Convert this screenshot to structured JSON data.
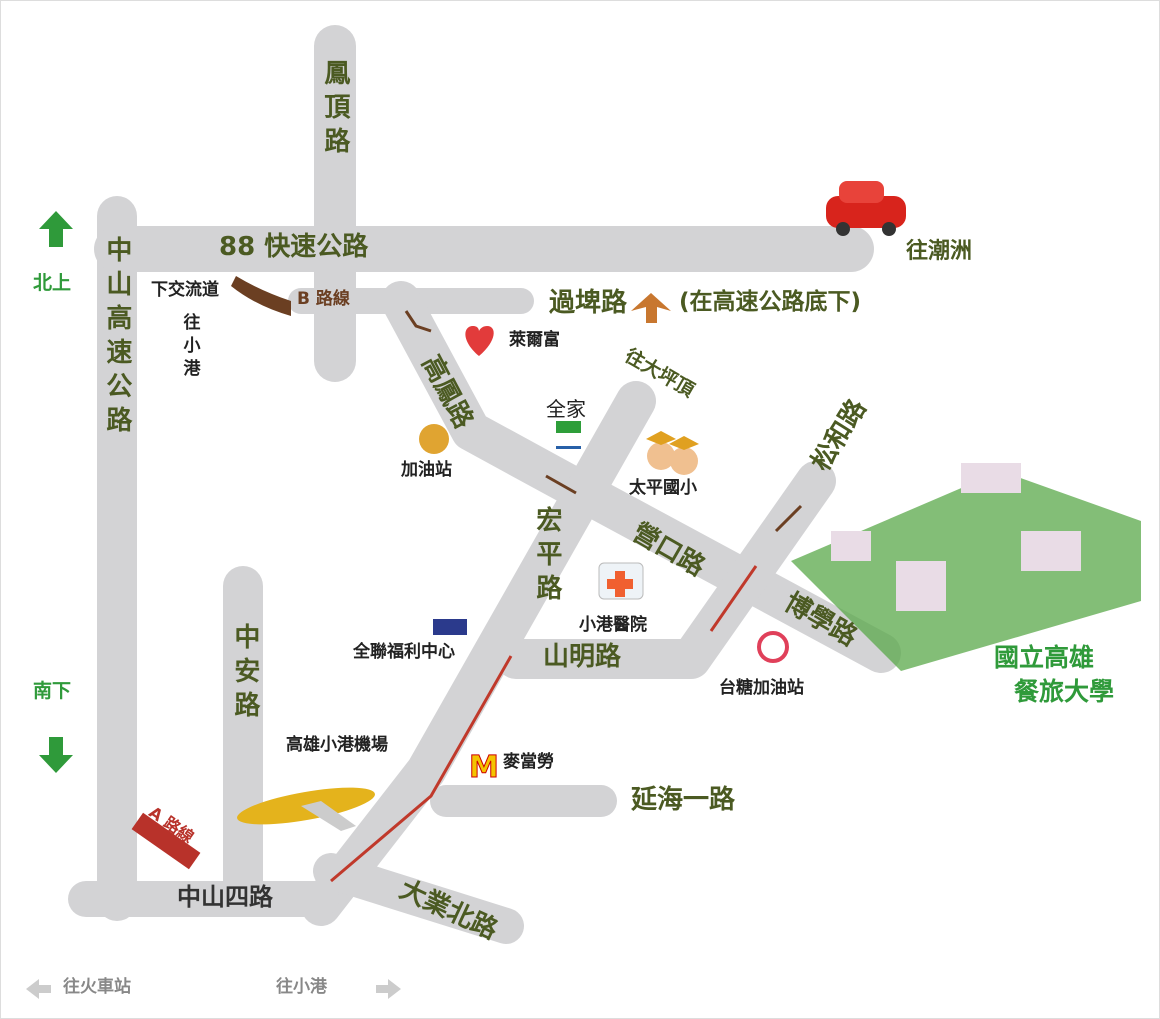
{
  "roads": {
    "zhongshan_freeway": "中山高速公路",
    "expressway_88": "88  快速公路",
    "fengding": "鳳頂路",
    "gaofeng": "高鳳路",
    "hongping": "宏平路",
    "yingkou": "營口路",
    "songhe": "松和路",
    "shanming": "山明路",
    "boxue": "博學路",
    "zhongan": "中安路",
    "zhongshan4": "中山四路",
    "daye_north": "大業北路",
    "yanhai1": "延海一路",
    "guopi": "過埤路",
    "guopi_note": "(在高速公路底下)"
  },
  "routes": {
    "a": "A 路線",
    "b": "B 路線"
  },
  "labels": {
    "exit": "下交流道",
    "exit_to": "往小港",
    "to_chaozhou": "往潮洲",
    "to_dapingding": "往大坪頂",
    "north": "北上",
    "south": "南下",
    "to_train": "往火車站",
    "to_xiaogang": "往小港"
  },
  "pois": {
    "carrefour": "萊爾富",
    "familymart": "全家",
    "gas": "加油站",
    "school": "太平國小",
    "hospital": "小港醫院",
    "fulian": "全聯福利中心",
    "taisugar_gas": "台糖加油站",
    "airport": "高雄小港機場",
    "mcd": "麥當勞"
  },
  "destination": {
    "line1": "國立高雄",
    "line2": "餐旅大學"
  },
  "colors": {
    "road": "#d3d3d5",
    "text": "#4b5a22",
    "route": "#c0392b",
    "arrow": "#2f9a3a",
    "brown": "#6b3f22"
  }
}
